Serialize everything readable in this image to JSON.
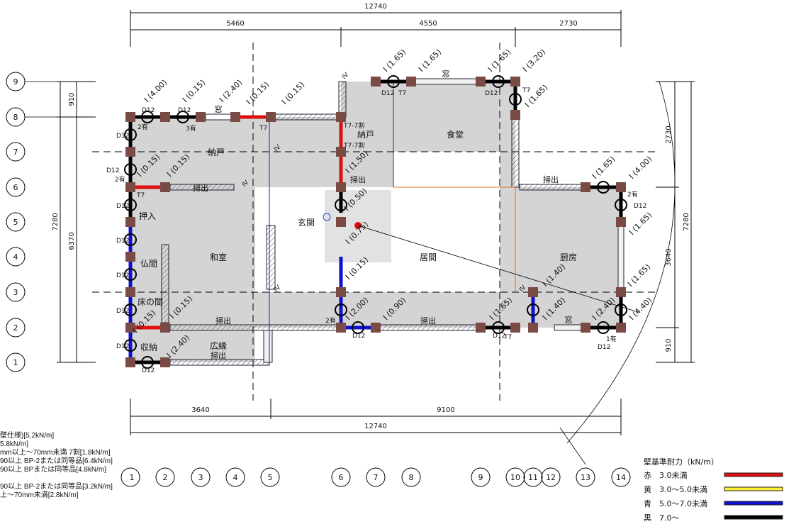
{
  "dimensions": {
    "top_total": "12740",
    "top_segments": [
      "5460",
      "4550",
      "2730"
    ],
    "bottom_segments": [
      "3640",
      "9100"
    ],
    "bottom_total": "12740",
    "left": [
      "910",
      "6370",
      "7280"
    ],
    "right": [
      "2730",
      "3640",
      "910",
      "7280"
    ]
  },
  "grid_rows": [
    "9",
    "8",
    "7",
    "6",
    "5",
    "4",
    "3",
    "2",
    "1"
  ],
  "grid_cols": [
    "1",
    "2",
    "3",
    "4",
    "5",
    "6",
    "7",
    "8",
    "9",
    "10",
    "11",
    "12",
    "13",
    "14"
  ],
  "rooms": {
    "nando1": "納戸",
    "nando2": "納戸",
    "shokudo": "食堂",
    "genkan": "玄関",
    "washitsu": "和室",
    "ima": "居間",
    "chubo": "厨房",
    "oshiire": "押入",
    "butsuma": "仏間",
    "tokonoma": "床の間",
    "hiroen": "広縁",
    "shuno": "収納"
  },
  "openings": {
    "hakidashi": "掃出",
    "mado": "窓"
  },
  "wall_annotations": [
    "I (4.00)",
    "I (0.15)",
    "I (2.40)",
    "I (0.15)",
    "I (0.15)",
    "I (1.65)",
    "I (1.65)",
    "I (1.65)",
    "I (3.20)",
    "I (1.65)",
    "I (1.50)",
    "I (0.50)",
    "I (0.75)",
    "I (0.15)",
    "I (2.00)",
    "I (0.90)",
    "I (0.15)",
    "I (0.15)",
    "I (0.15)",
    "I (0.15)",
    "I (2.40)",
    "I (1.65)",
    "I (4.00)",
    "I (1.65)",
    "I (1.65)",
    "I (1.40)",
    "I (1.65)",
    "I (1.40)",
    "I (2.40)",
    "I (4.40)"
  ],
  "marks": {
    "d12": "D12",
    "t7": "T7",
    "t77": "T7-7割",
    "iv": "IV",
    "yu2": "2有",
    "yu3": "3有",
    "yu1": "1有"
  },
  "legend_left": [
    "壁仕様)[5.2kN/m]",
    "5.8kN/m]",
    "mm以上～70mm未満 7割[1.8kN/m]",
    "90以上 BP-2または同等品[6.4kN/m]",
    "90以上 BPまたは同等品[4.8kN/m]",
    "90以上 BP-2または同等品[3.2kN/m]",
    "上～70mm未満[2.8kN/m]"
  ],
  "legend_right": {
    "title": "壁基準耐力（kN/m）",
    "items": [
      {
        "label": "赤　3.0未満",
        "color": "#e01010"
      },
      {
        "label": "黄　3.0～5.0未満",
        "color": "#ffee33"
      },
      {
        "label": "青　5.0～7.0未満",
        "color": "#1010d0"
      },
      {
        "label": "黒　7.0～",
        "color": "#000000"
      }
    ]
  },
  "colors": {
    "red": "#e01010",
    "blue": "#1010d0",
    "black": "#000000",
    "column": "#7a4a44",
    "room": "#d4d4d4"
  }
}
